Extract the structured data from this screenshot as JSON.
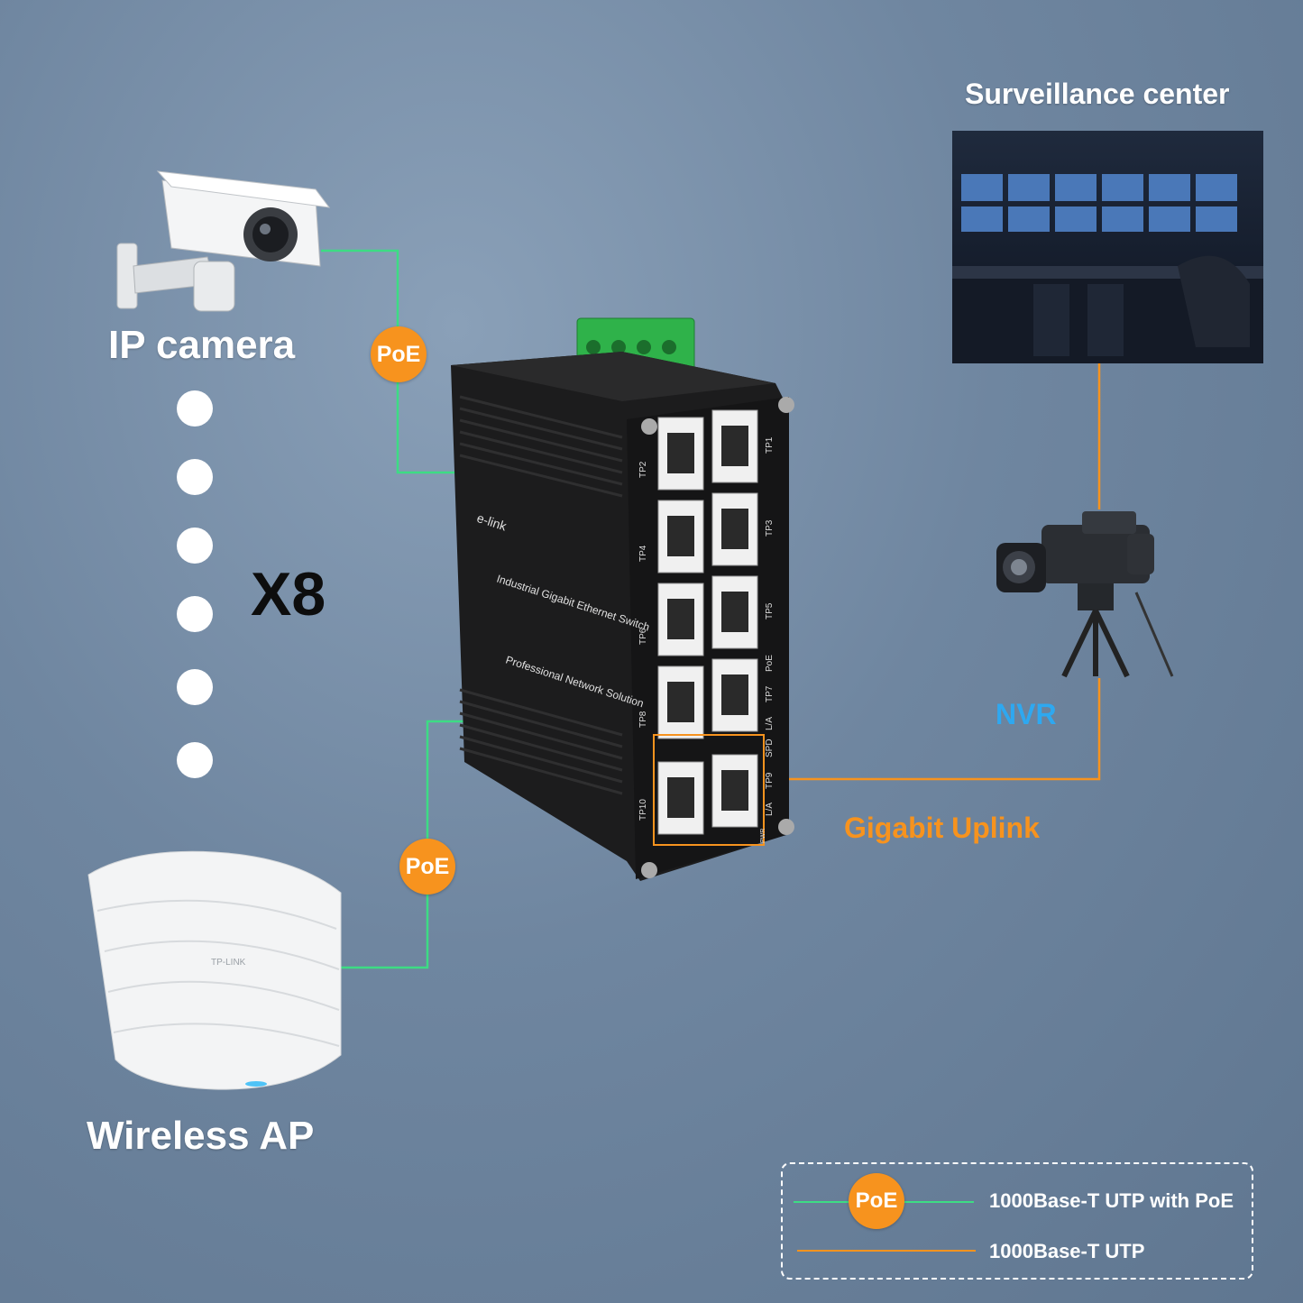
{
  "devices": {
    "ip_camera_label": "IP camera",
    "multiplier": "X8",
    "wireless_ap_label": "Wireless AP",
    "ap_brand": "TP-LINK",
    "surveillance_label": "Surveillance center",
    "nvr_label": "NVR",
    "uplink_label": "Gigabit Uplink"
  },
  "switch": {
    "brand": "e-link",
    "name": "Industrial Gigabit Ethernet Switch",
    "tagline": "Professional Network Solution",
    "ports_left": [
      "TP2",
      "TP4",
      "TP6",
      "TP8",
      "TP10"
    ],
    "ports_right": [
      "TP1",
      "TP3",
      "TP5",
      "TP7",
      "TP9"
    ],
    "indicators": [
      "PoE",
      "L/A",
      "SPD",
      "L/A",
      "PWR"
    ]
  },
  "badges": {
    "poe": "PoE"
  },
  "legend": {
    "poe_badge": "PoE",
    "poe_line_text": "1000Base-T UTP with PoE",
    "utp_line_text": "1000Base-T UTP"
  },
  "colors": {
    "poe_line": "#3ddc84",
    "utp_line": "#f7931e",
    "badge": "#f7931e",
    "nvr_text": "#2ea8f0",
    "uplink_text": "#f7931e"
  }
}
